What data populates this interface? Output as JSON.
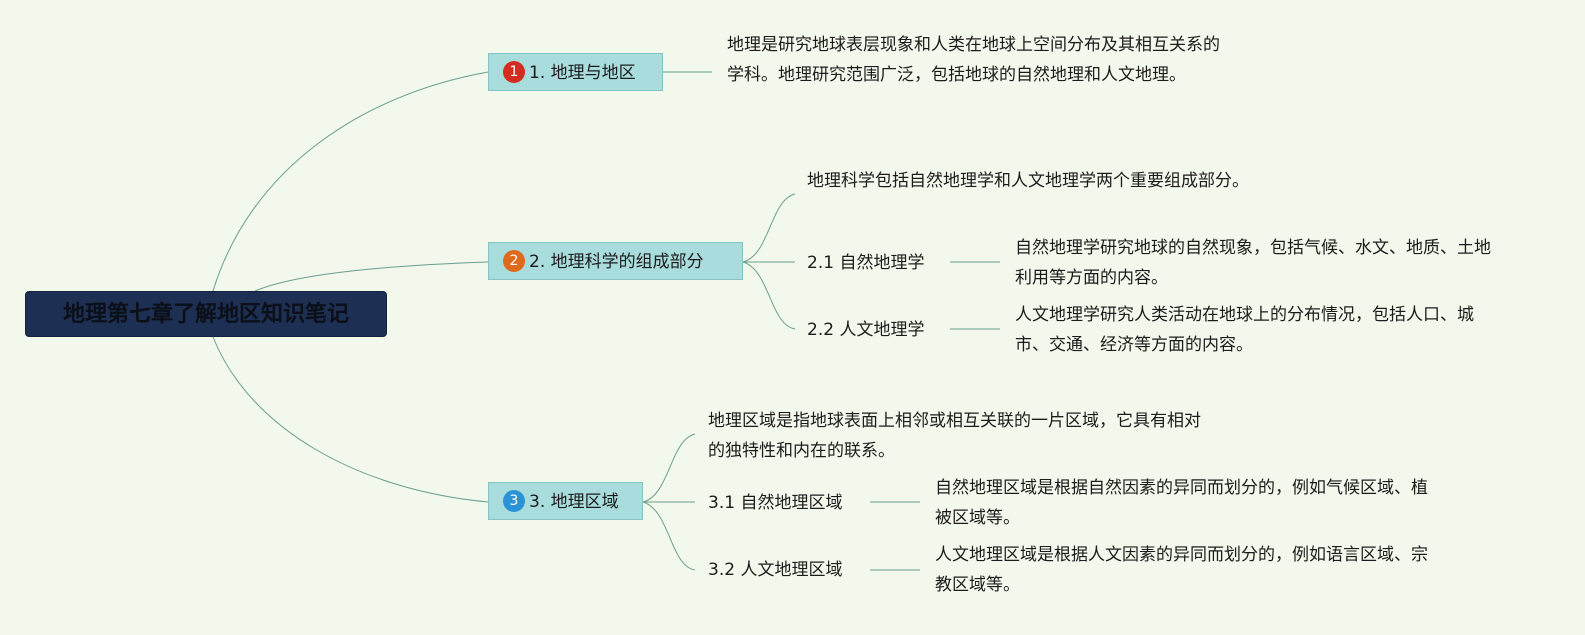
{
  "root": {
    "title": "地理第七章了解地区知识笔记"
  },
  "branches": [
    {
      "index": "1",
      "label": "1. 地理与地区",
      "badge_color": "#d42d1f",
      "note": "地理是研究地球表层现象和人类在地球上空间分布及其相互关系的学科。地理研究范围广泛，包括地球的自然地理和人文地理。",
      "children": []
    },
    {
      "index": "2",
      "label": "2. 地理科学的组成部分",
      "badge_color": "#e06a1c",
      "note": "地理科学包括自然地理学和人文地理学两个重要组成部分。",
      "children": [
        {
          "label": "2.1 自然地理学",
          "note": "自然地理学研究地球的自然现象，包括气候、水文、地质、土地利用等方面的内容。"
        },
        {
          "label": "2.2 人文地理学",
          "note": "人文地理学研究人类活动在地球上的分布情况，包括人口、城市、交通、经济等方面的内容。"
        }
      ]
    },
    {
      "index": "3",
      "label": "3. 地理区域",
      "badge_color": "#2a93d6",
      "note": "地理区域是指地球表面上相邻或相互关联的一片区域，它具有相对的独特性和内在的联系。",
      "children": [
        {
          "label": "3.1 自然地理区域",
          "note": "自然地理区域是根据自然因素的异同而划分的，例如气候区域、植被区域等。"
        },
        {
          "label": "3.2 人文地理区域",
          "note": "人文地理区域是根据人文因素的异同而划分的，例如语言区域、宗教区域等。"
        }
      ]
    }
  ],
  "colors": {
    "line": "#6a9e8c",
    "root_bg": "#1d2f52",
    "branch_bg": "#a9dcdd"
  }
}
